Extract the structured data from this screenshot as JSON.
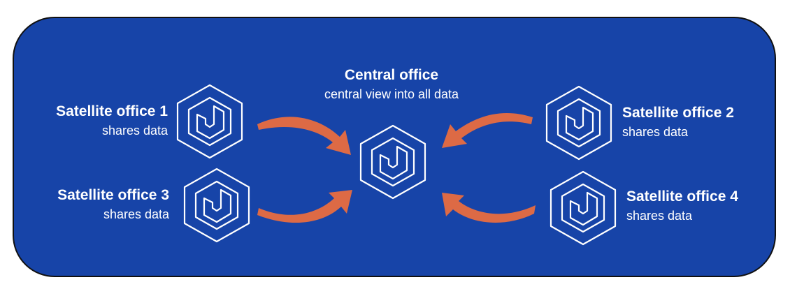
{
  "colors": {
    "panel_background": "#1744a8",
    "icon_stroke": "#ffffff",
    "arrow": "#dd6a45"
  },
  "icon_name": "hexagon-logo-icon",
  "central": {
    "title": "Central office",
    "subtitle": "central view into all data"
  },
  "satellites": [
    {
      "title": "Satellite office 1",
      "subtitle": "shares data"
    },
    {
      "title": "Satellite office 2",
      "subtitle": "shares data"
    },
    {
      "title": "Satellite office 3",
      "subtitle": "shares data"
    },
    {
      "title": "Satellite office 4",
      "subtitle": "shares data"
    }
  ]
}
